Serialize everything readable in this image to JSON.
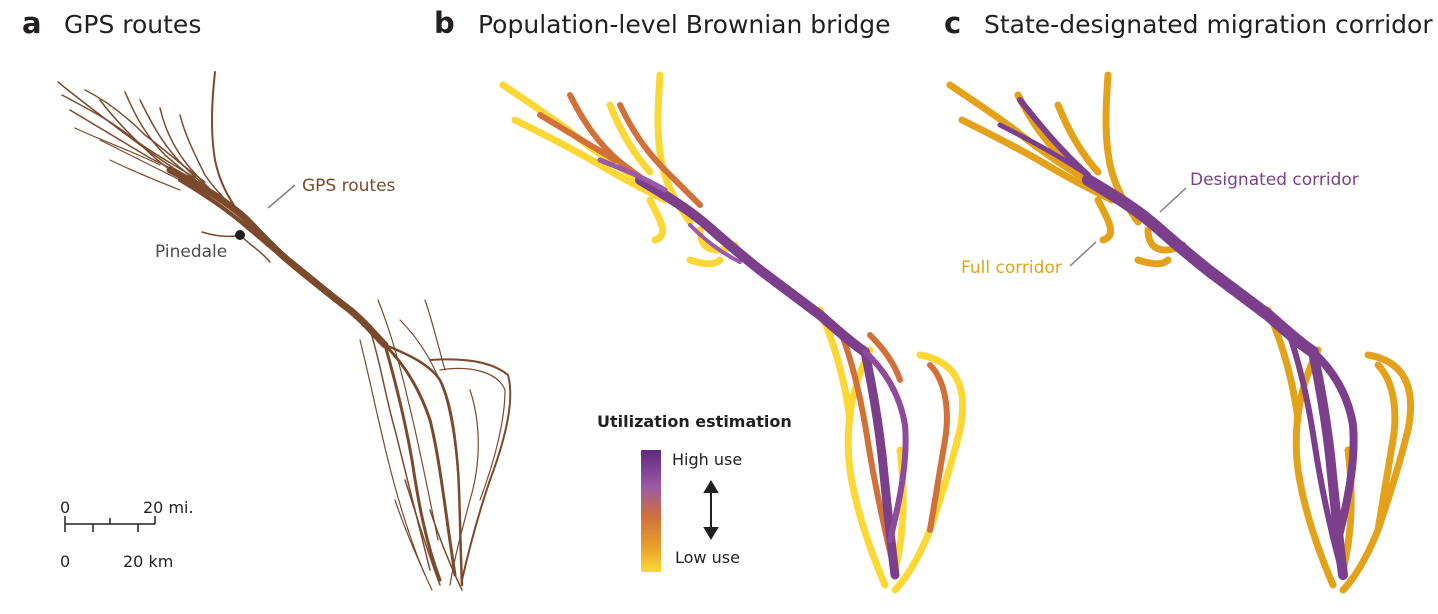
{
  "panels": [
    {
      "letter": "a",
      "title": "GPS routes"
    },
    {
      "letter": "b",
      "title": "Population-level Brownian bridge"
    },
    {
      "letter": "c",
      "title": "State-designated migration corridor"
    }
  ],
  "panel_a": {
    "route_label": "GPS routes",
    "town_label": "Pinedale",
    "route_color": "#7b4a2d",
    "scale": {
      "mi_zero": "0",
      "mi_label": "20 mi.",
      "km_zero": "0",
      "km_label": "20 km"
    }
  },
  "panel_b": {
    "legend": {
      "title": "Utilization estimation",
      "high_label": "High use",
      "low_label": "Low use",
      "gradient_colors": [
        "#5e2a7e",
        "#9b59a6",
        "#d2703a",
        "#e8a12b",
        "#fdd835"
      ]
    }
  },
  "panel_c": {
    "designated_label": "Designated corridor",
    "full_label": "Full corridor",
    "designated_color": "#7b3f8c",
    "full_color": "#e3a21a"
  }
}
